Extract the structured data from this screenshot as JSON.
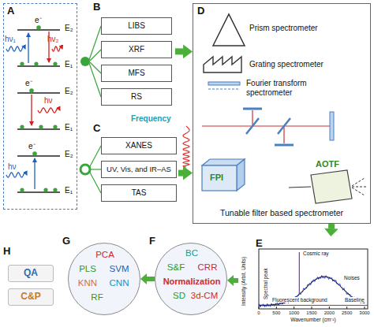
{
  "diagram": {
    "nodes": [
      {
        "text": [
          "A"
        ]
      },
      {
        "text": [
          "B"
        ]
      },
      {
        "text": [
          "LIBS"
        ],
        "in": 1
      },
      {
        "text": [
          "XRF"
        ],
        "in": 1
      },
      {
        "text": [
          "MFS"
        ],
        "in": 1
      },
      {
        "text": [
          "RS"
        ],
        "in": 1
      },
      {
        "text": [
          "C"
        ]
      },
      {
        "text": [
          "XANES"
        ],
        "in": 6
      },
      {
        "text": [
          "UV, Vis, and IR–AS"
        ],
        "in": 6
      },
      {
        "text": [
          "TAS"
        ],
        "in": 6
      },
      {
        "text": [
          "D"
        ]
      },
      {
        "text": [
          "E"
        ]
      },
      {
        "text": [
          "F",
          "BC",
          "S&F",
          "CRR",
          "Normalization",
          "SD",
          "3d-CM"
        ]
      },
      {
        "text": [
          "G",
          "PCA",
          "PLS",
          "SVM",
          "KNN",
          "CNN",
          "RF"
        ]
      },
      {
        "text": [
          "H"
        ]
      },
      {
        "text": [
          "QA"
        ],
        "in": 14
      },
      {
        "text": [
          "C&P"
        ],
        "in": 14
      }
    ],
    "edges": [
      {
        "from": 1,
        "to": 10,
        "arrow": "to"
      },
      {
        "from": 6,
        "to": 10,
        "arrow": "to"
      },
      {
        "from": 10,
        "to": 11,
        "arrow": "to"
      },
      {
        "from": 11,
        "to": 12,
        "arrow": "to"
      },
      {
        "from": 12,
        "to": 13,
        "arrow": "to"
      }
    ],
    "labels": [
      "e⁻",
      "hν₁",
      "hν₂",
      "E₂",
      "E₁",
      "e⁻",
      "hν",
      "E₂",
      "E₁",
      "e⁻",
      "hν",
      "E₂",
      "E₁",
      "Prism spectrometer",
      "Grating spectrometer",
      "Fourier transform spectrometer",
      "FPI",
      "AOTF",
      "Tunable filter based spectrometer",
      "Frequency",
      "Intensity (Arbit. Units)",
      "0",
      "500",
      "1000",
      "1500",
      "2000",
      "2500",
      "3000",
      "Wavenumber (cm⁻¹)",
      "Spectral peak",
      "Cosmic ray",
      "Noises",
      "Baseline",
      "Fluorescent background"
    ]
  }
}
